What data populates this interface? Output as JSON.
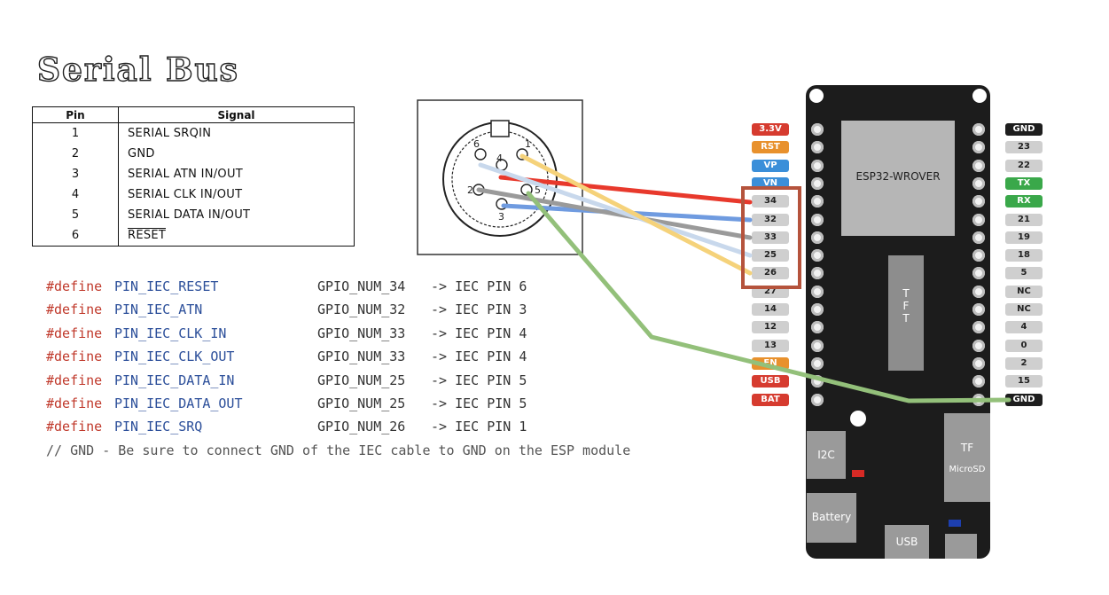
{
  "title": "Serial Bus",
  "pin_table": {
    "headers": [
      "Pin",
      "Signal"
    ],
    "rows": [
      {
        "pin": "1",
        "signal": "Serial SRQIN"
      },
      {
        "pin": "2",
        "signal": "GND"
      },
      {
        "pin": "3",
        "signal": "Serial ATN IN/OUT"
      },
      {
        "pin": "4",
        "signal": "Serial CLK IN/OUT"
      },
      {
        "pin": "5",
        "signal": "Serial DATA IN/OUT"
      },
      {
        "pin": "6",
        "signal": "RESET"
      }
    ]
  },
  "din_connector": {
    "pin_labels": [
      "6",
      "1",
      "4",
      "2",
      "5",
      "3"
    ]
  },
  "code": {
    "defines": [
      {
        "keyword": "#define",
        "name": "PIN_IEC_RESET",
        "gpio": "GPIO_NUM_34",
        "comment": "-> IEC PIN 6"
      },
      {
        "keyword": "#define",
        "name": "PIN_IEC_ATN",
        "gpio": "GPIO_NUM_32",
        "comment": "-> IEC PIN 3"
      },
      {
        "keyword": "#define",
        "name": "PIN_IEC_CLK_IN",
        "gpio": "GPIO_NUM_33",
        "comment": "-> IEC PIN 4"
      },
      {
        "keyword": "#define",
        "name": "PIN_IEC_CLK_OUT",
        "gpio": "GPIO_NUM_33",
        "comment": "-> IEC PIN 4"
      },
      {
        "keyword": "#define",
        "name": "PIN_IEC_DATA_IN",
        "gpio": "GPIO_NUM_25",
        "comment": "-> IEC PIN 5"
      },
      {
        "keyword": "#define",
        "name": "PIN_IEC_DATA_OUT",
        "gpio": "GPIO_NUM_25",
        "comment": "-> IEC PIN 5"
      },
      {
        "keyword": "#define",
        "name": "PIN_IEC_SRQ",
        "gpio": "GPIO_NUM_26",
        "comment": "-> IEC PIN 1"
      }
    ],
    "footer_comment": "// GND - Be sure to connect GND of the IEC cable to GND on the ESP module"
  },
  "board": {
    "module_label": "ESP32-WROVER",
    "tft_letters": [
      "T",
      "F",
      "T"
    ],
    "i2c_label": "I2C",
    "tf_label": "TF",
    "microsd_label": "MicroSD",
    "battery_label": "Battery",
    "usb_label": "USB",
    "left_pins": [
      {
        "label": "3.3V",
        "bg": "#d63b2f",
        "fg": "#ffffff"
      },
      {
        "label": "RST",
        "bg": "#e8912d",
        "fg": "#ffffff"
      },
      {
        "label": "VP",
        "bg": "#3b8fd9",
        "fg": "#ffffff"
      },
      {
        "label": "VN",
        "bg": "#3b8fd9",
        "fg": "#ffffff"
      },
      {
        "label": "34",
        "bg": "#cfcfcf",
        "fg": "#222222"
      },
      {
        "label": "32",
        "bg": "#cfcfcf",
        "fg": "#222222"
      },
      {
        "label": "33",
        "bg": "#cfcfcf",
        "fg": "#222222"
      },
      {
        "label": "25",
        "bg": "#cfcfcf",
        "fg": "#222222"
      },
      {
        "label": "26",
        "bg": "#cfcfcf",
        "fg": "#222222"
      },
      {
        "label": "27",
        "bg": "#cfcfcf",
        "fg": "#222222"
      },
      {
        "label": "14",
        "bg": "#cfcfcf",
        "fg": "#222222"
      },
      {
        "label": "12",
        "bg": "#cfcfcf",
        "fg": "#222222"
      },
      {
        "label": "13",
        "bg": "#cfcfcf",
        "fg": "#222222"
      },
      {
        "label": "EN",
        "bg": "#e8912d",
        "fg": "#ffffff"
      },
      {
        "label": "USB",
        "bg": "#d63b2f",
        "fg": "#ffffff"
      },
      {
        "label": "BAT",
        "bg": "#d63b2f",
        "fg": "#ffffff"
      }
    ],
    "right_pins": [
      {
        "label": "GND",
        "bg": "#1e1e1e",
        "fg": "#ffffff"
      },
      {
        "label": "23",
        "bg": "#cfcfcf",
        "fg": "#222222"
      },
      {
        "label": "22",
        "bg": "#cfcfcf",
        "fg": "#222222"
      },
      {
        "label": "TX",
        "bg": "#3aa84a",
        "fg": "#ffffff"
      },
      {
        "label": "RX",
        "bg": "#3aa84a",
        "fg": "#ffffff"
      },
      {
        "label": "21",
        "bg": "#cfcfcf",
        "fg": "#222222"
      },
      {
        "label": "19",
        "bg": "#cfcfcf",
        "fg": "#222222"
      },
      {
        "label": "18",
        "bg": "#cfcfcf",
        "fg": "#222222"
      },
      {
        "label": "5",
        "bg": "#cfcfcf",
        "fg": "#222222"
      },
      {
        "label": "NC",
        "bg": "#cfcfcf",
        "fg": "#222222"
      },
      {
        "label": "NC",
        "bg": "#cfcfcf",
        "fg": "#222222"
      },
      {
        "label": "4",
        "bg": "#cfcfcf",
        "fg": "#222222"
      },
      {
        "label": "0",
        "bg": "#cfcfcf",
        "fg": "#222222"
      },
      {
        "label": "2",
        "bg": "#cfcfcf",
        "fg": "#222222"
      },
      {
        "label": "15",
        "bg": "#cfcfcf",
        "fg": "#222222"
      },
      {
        "label": "GND",
        "bg": "#1e1e1e",
        "fg": "#ffffff"
      }
    ]
  },
  "wire_colors": {
    "reset": "#e8392c",
    "atn": "#6f9be0",
    "clk": "#9a9a9a",
    "data": "#c8d8ec",
    "srq": "#f5d27a",
    "gnd": "#93c07a",
    "highlight_box": "#b5533c"
  }
}
